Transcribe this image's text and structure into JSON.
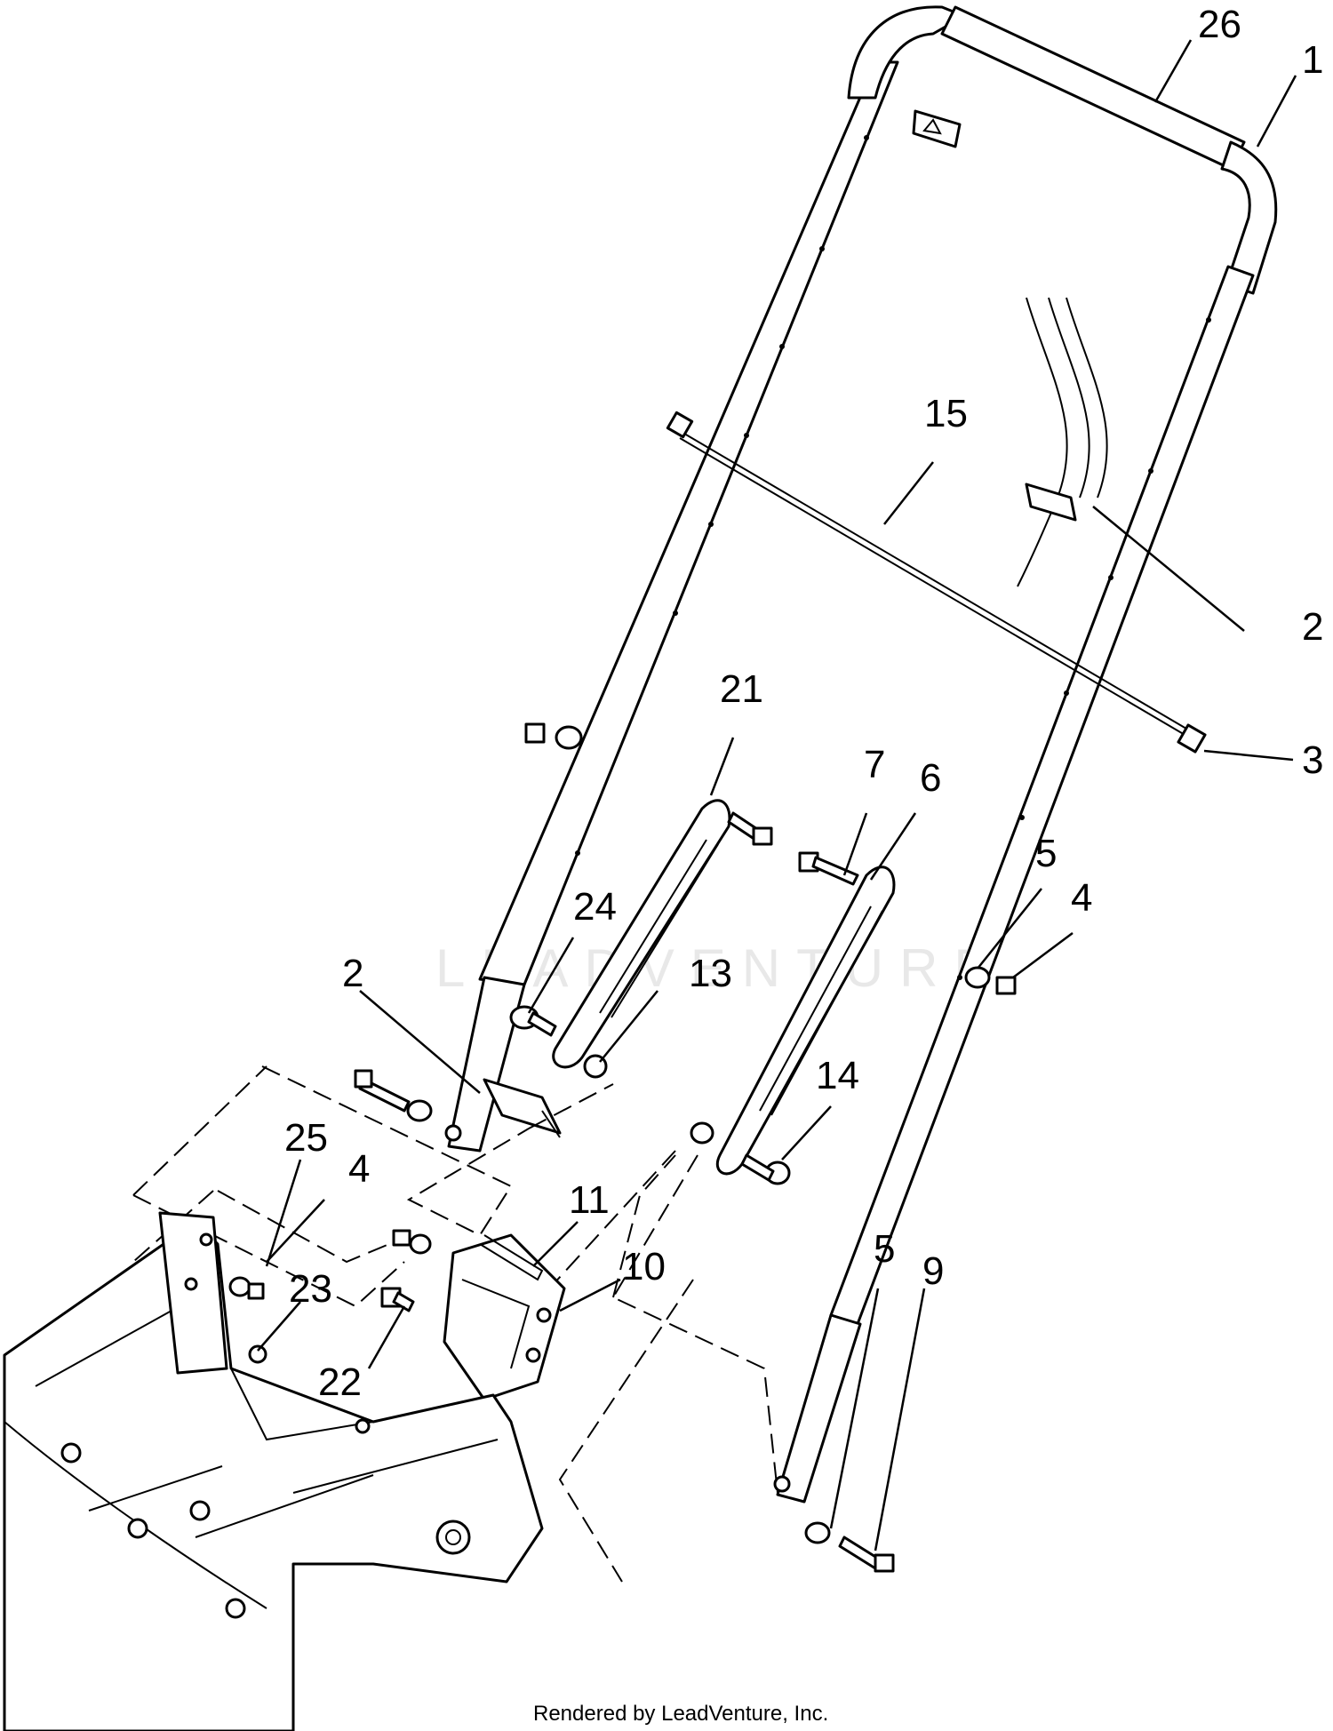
{
  "diagram": {
    "watermark": "LEADVENTURE",
    "footer": "Rendered by LeadVenture, Inc.",
    "callouts": [
      {
        "id": "c26",
        "label": "26"
      },
      {
        "id": "c1",
        "label": "1"
      },
      {
        "id": "c15",
        "label": "15"
      },
      {
        "id": "c2a",
        "label": "2"
      },
      {
        "id": "c3",
        "label": "3"
      },
      {
        "id": "c21",
        "label": "21"
      },
      {
        "id": "c7",
        "label": "7"
      },
      {
        "id": "c6",
        "label": "6"
      },
      {
        "id": "c5a",
        "label": "5"
      },
      {
        "id": "c4a",
        "label": "4"
      },
      {
        "id": "c24",
        "label": "24"
      },
      {
        "id": "c13",
        "label": "13"
      },
      {
        "id": "c2b",
        "label": "2"
      },
      {
        "id": "c14",
        "label": "14"
      },
      {
        "id": "c25",
        "label": "25"
      },
      {
        "id": "c4b",
        "label": "4"
      },
      {
        "id": "c11",
        "label": "11"
      },
      {
        "id": "c10",
        "label": "10"
      },
      {
        "id": "c5b",
        "label": "5"
      },
      {
        "id": "c9",
        "label": "9"
      },
      {
        "id": "c23",
        "label": "23"
      },
      {
        "id": "c22",
        "label": "22"
      }
    ]
  }
}
